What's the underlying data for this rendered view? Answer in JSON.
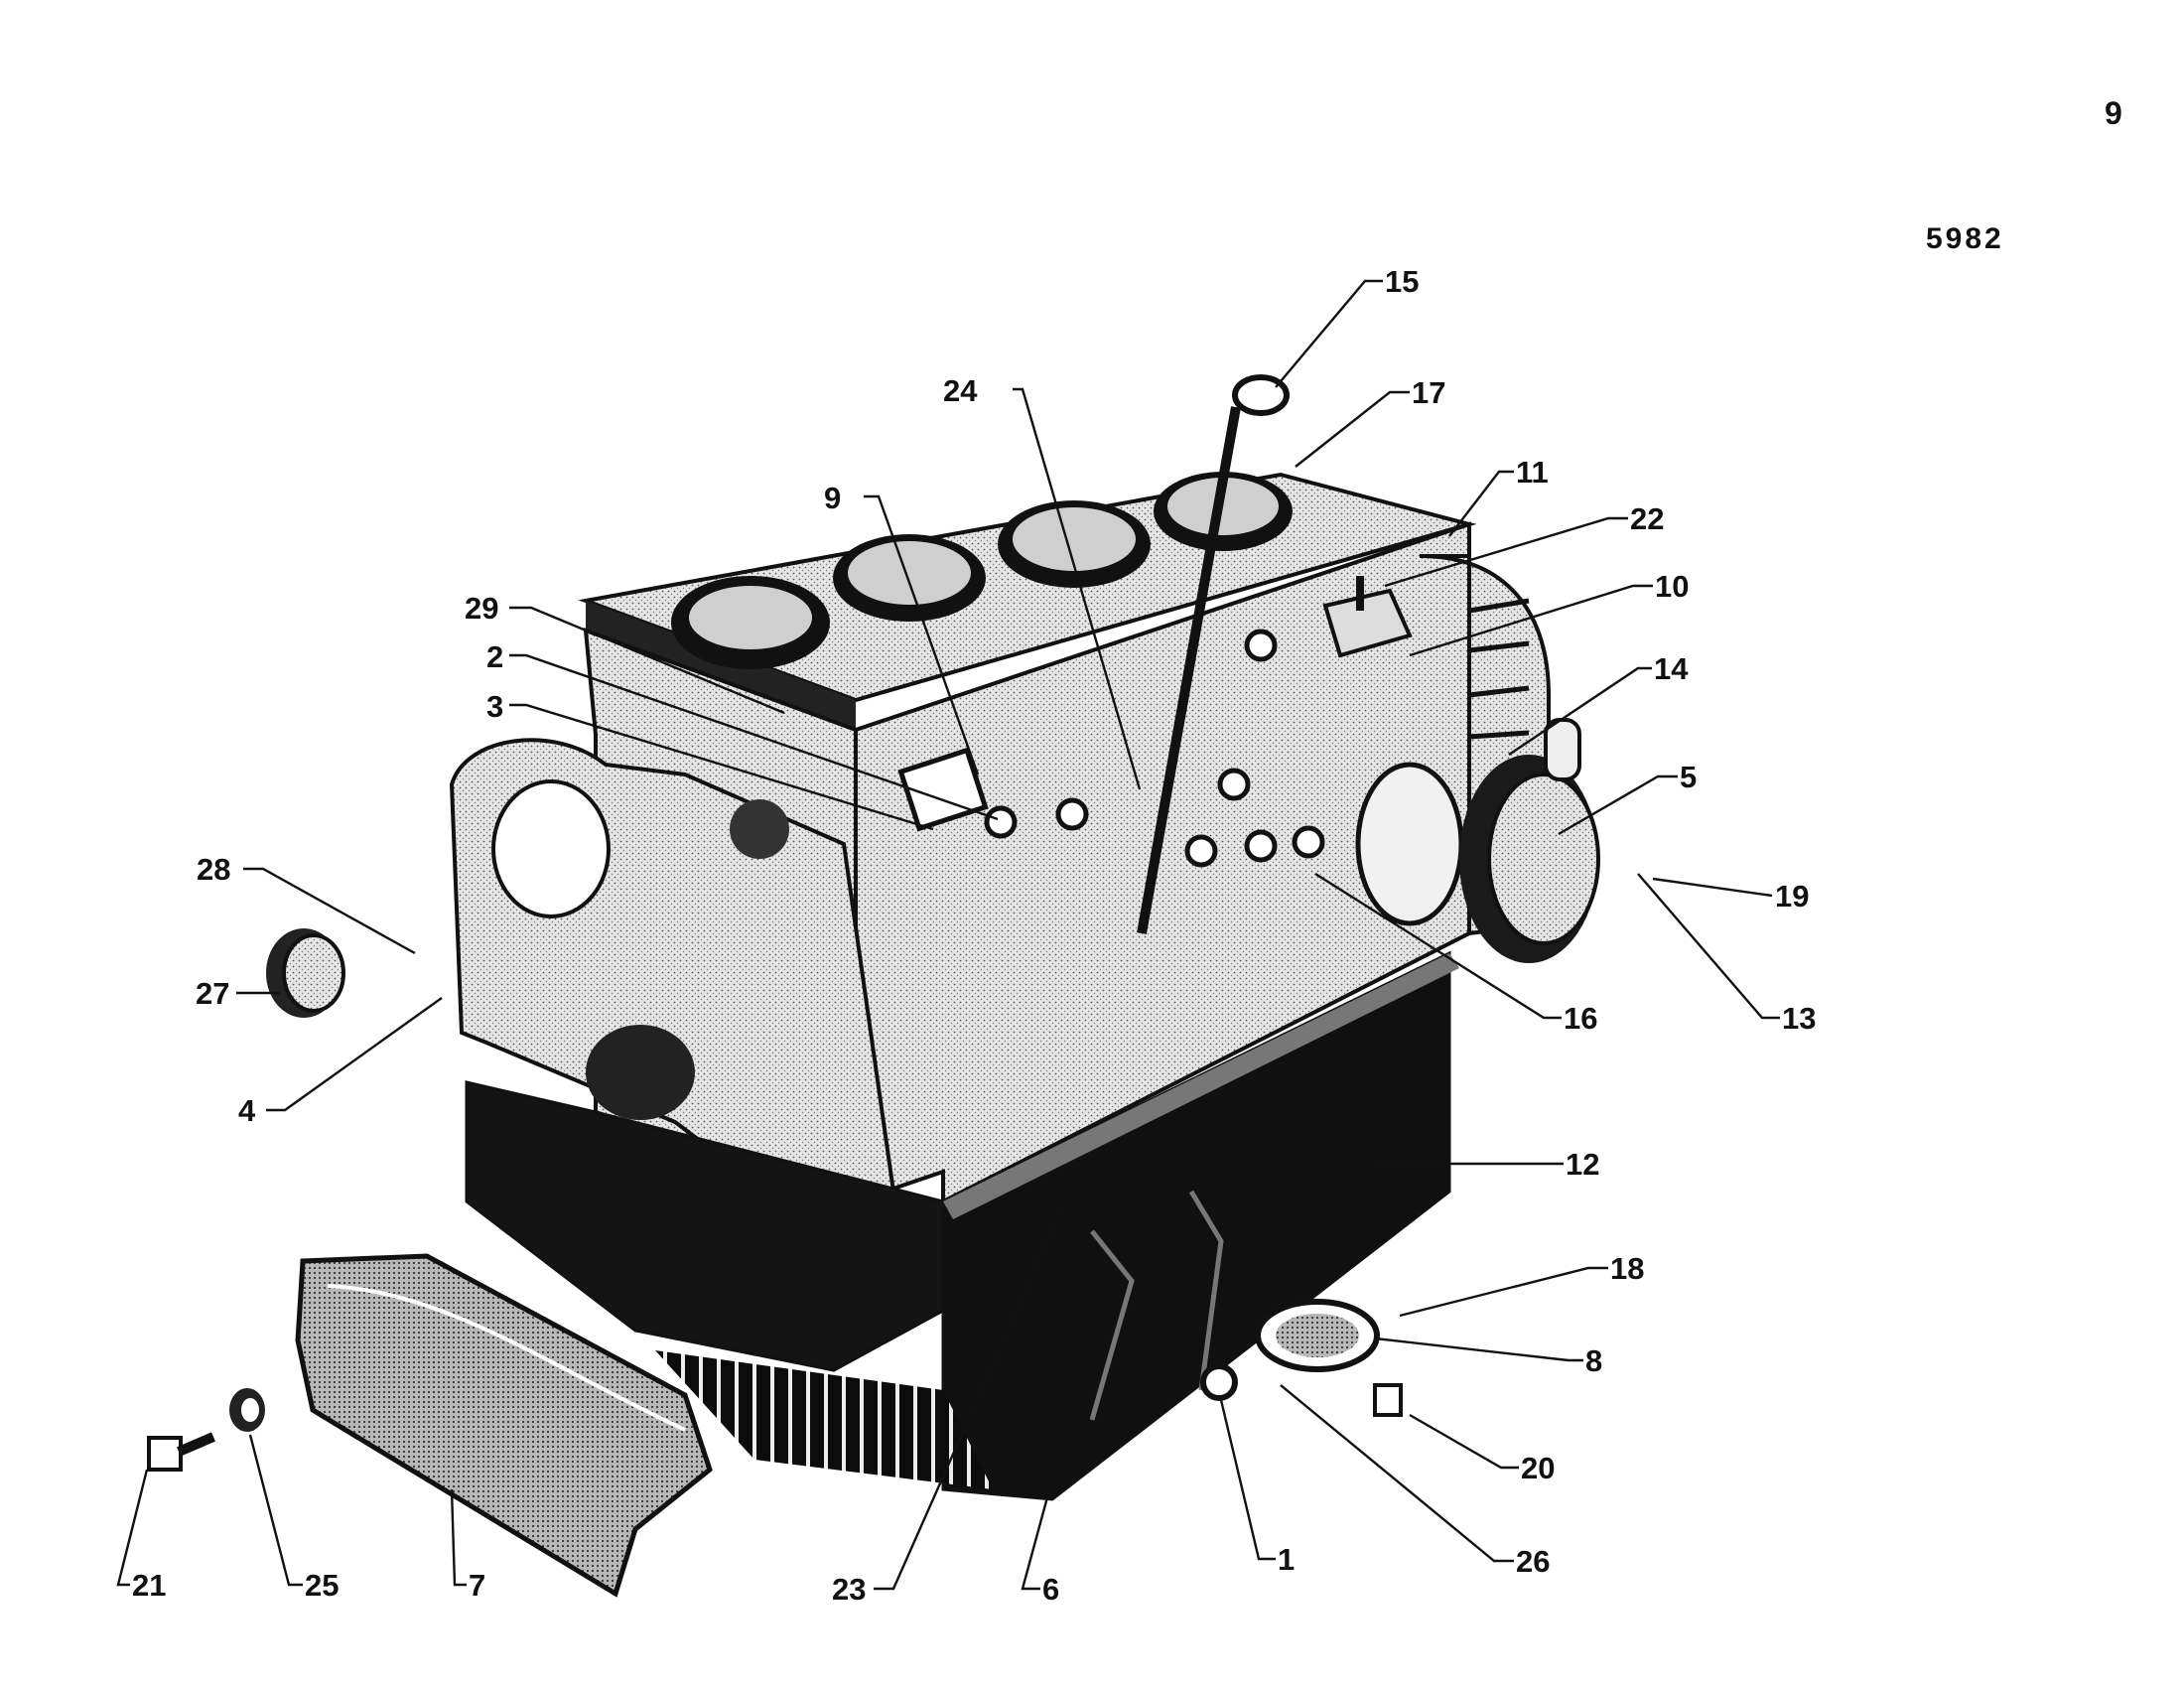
{
  "page": {
    "number": "9",
    "reference_code": "5982"
  },
  "callouts": [
    {
      "id": "c15",
      "label": "15"
    },
    {
      "id": "c17",
      "label": "17"
    },
    {
      "id": "c24",
      "label": "24"
    },
    {
      "id": "c11",
      "label": "11"
    },
    {
      "id": "c9",
      "label": "9"
    },
    {
      "id": "c22",
      "label": "22"
    },
    {
      "id": "c29",
      "label": "29"
    },
    {
      "id": "c10",
      "label": "10"
    },
    {
      "id": "c2",
      "label": "2"
    },
    {
      "id": "c14",
      "label": "14"
    },
    {
      "id": "c3",
      "label": "3"
    },
    {
      "id": "c5",
      "label": "5"
    },
    {
      "id": "c28",
      "label": "28"
    },
    {
      "id": "c19",
      "label": "19"
    },
    {
      "id": "c27",
      "label": "27"
    },
    {
      "id": "c16",
      "label": "16"
    },
    {
      "id": "c13",
      "label": "13"
    },
    {
      "id": "c4",
      "label": "4"
    },
    {
      "id": "c12",
      "label": "12"
    },
    {
      "id": "c18",
      "label": "18"
    },
    {
      "id": "c8",
      "label": "8"
    },
    {
      "id": "c20",
      "label": "20"
    },
    {
      "id": "c1",
      "label": "1"
    },
    {
      "id": "c26",
      "label": "26"
    },
    {
      "id": "c21",
      "label": "21"
    },
    {
      "id": "c25",
      "label": "25"
    },
    {
      "id": "c7",
      "label": "7"
    },
    {
      "id": "c23",
      "label": "23"
    },
    {
      "id": "c6",
      "label": "6"
    }
  ]
}
